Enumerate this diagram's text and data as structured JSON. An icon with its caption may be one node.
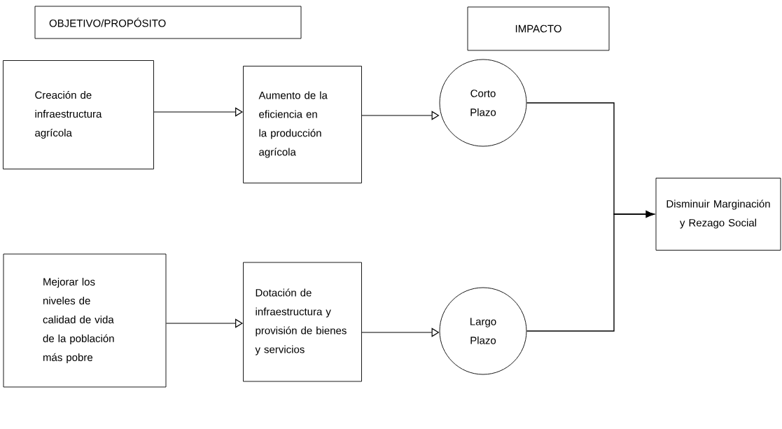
{
  "diagram": {
    "nodes": [
      {
        "text": [
          "OBJETIVO/PROPÓSITO"
        ]
      },
      {
        "text": [
          "IMPACTO"
        ]
      },
      {
        "text": [
          "Creación de infraestructura agrícola"
        ]
      },
      {
        "text": [
          "Aumento de la eficiencia en la producción agrícola"
        ]
      },
      {
        "text": [
          "Corto Plazo"
        ]
      },
      {
        "text": [
          "Disminuir Marginación y Rezago Social"
        ]
      },
      {
        "text": [
          "Mejorar los niveles de calidad de vida de la población más pobre"
        ]
      },
      {
        "text": [
          "Dotación de infraestructura y provisión de bienes y servicios"
        ]
      },
      {
        "text": [
          "Largo Plazo"
        ]
      }
    ],
    "edges": [
      {
        "from": 2,
        "to": 3,
        "arrow": "to"
      },
      {
        "from": 3,
        "to": 4,
        "arrow": "to"
      },
      {
        "from": 6,
        "to": 7,
        "arrow": "to"
      },
      {
        "from": 7,
        "to": 8,
        "arrow": "to"
      },
      {
        "from": 4,
        "to": 5,
        "arrow": "to"
      },
      {
        "from": 8,
        "to": 5,
        "arrow": "to"
      }
    ]
  }
}
